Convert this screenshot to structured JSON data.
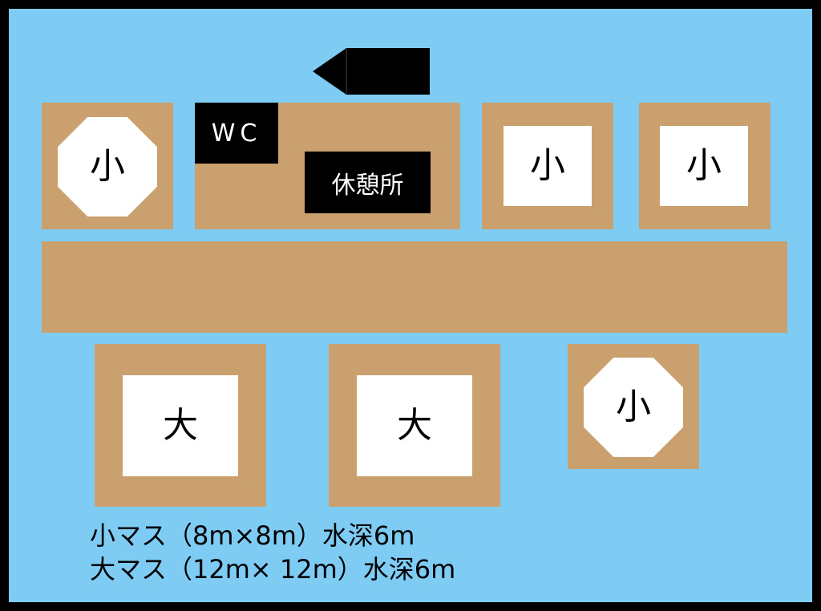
{
  "labels": {
    "small": "小",
    "large": "大",
    "wc": "WC",
    "rest_area": "休憩所"
  },
  "legend": {
    "small_line": "小マス（8m×8m）水深6m",
    "large_line": "大マス（12m× 12m）水深6m"
  },
  "colors": {
    "water": "#7ECBF4",
    "pier": "#C9A06E",
    "pen": "#FFFFFF",
    "frame": "#000000"
  },
  "icons": {
    "direction": "left-arrow-icon"
  }
}
